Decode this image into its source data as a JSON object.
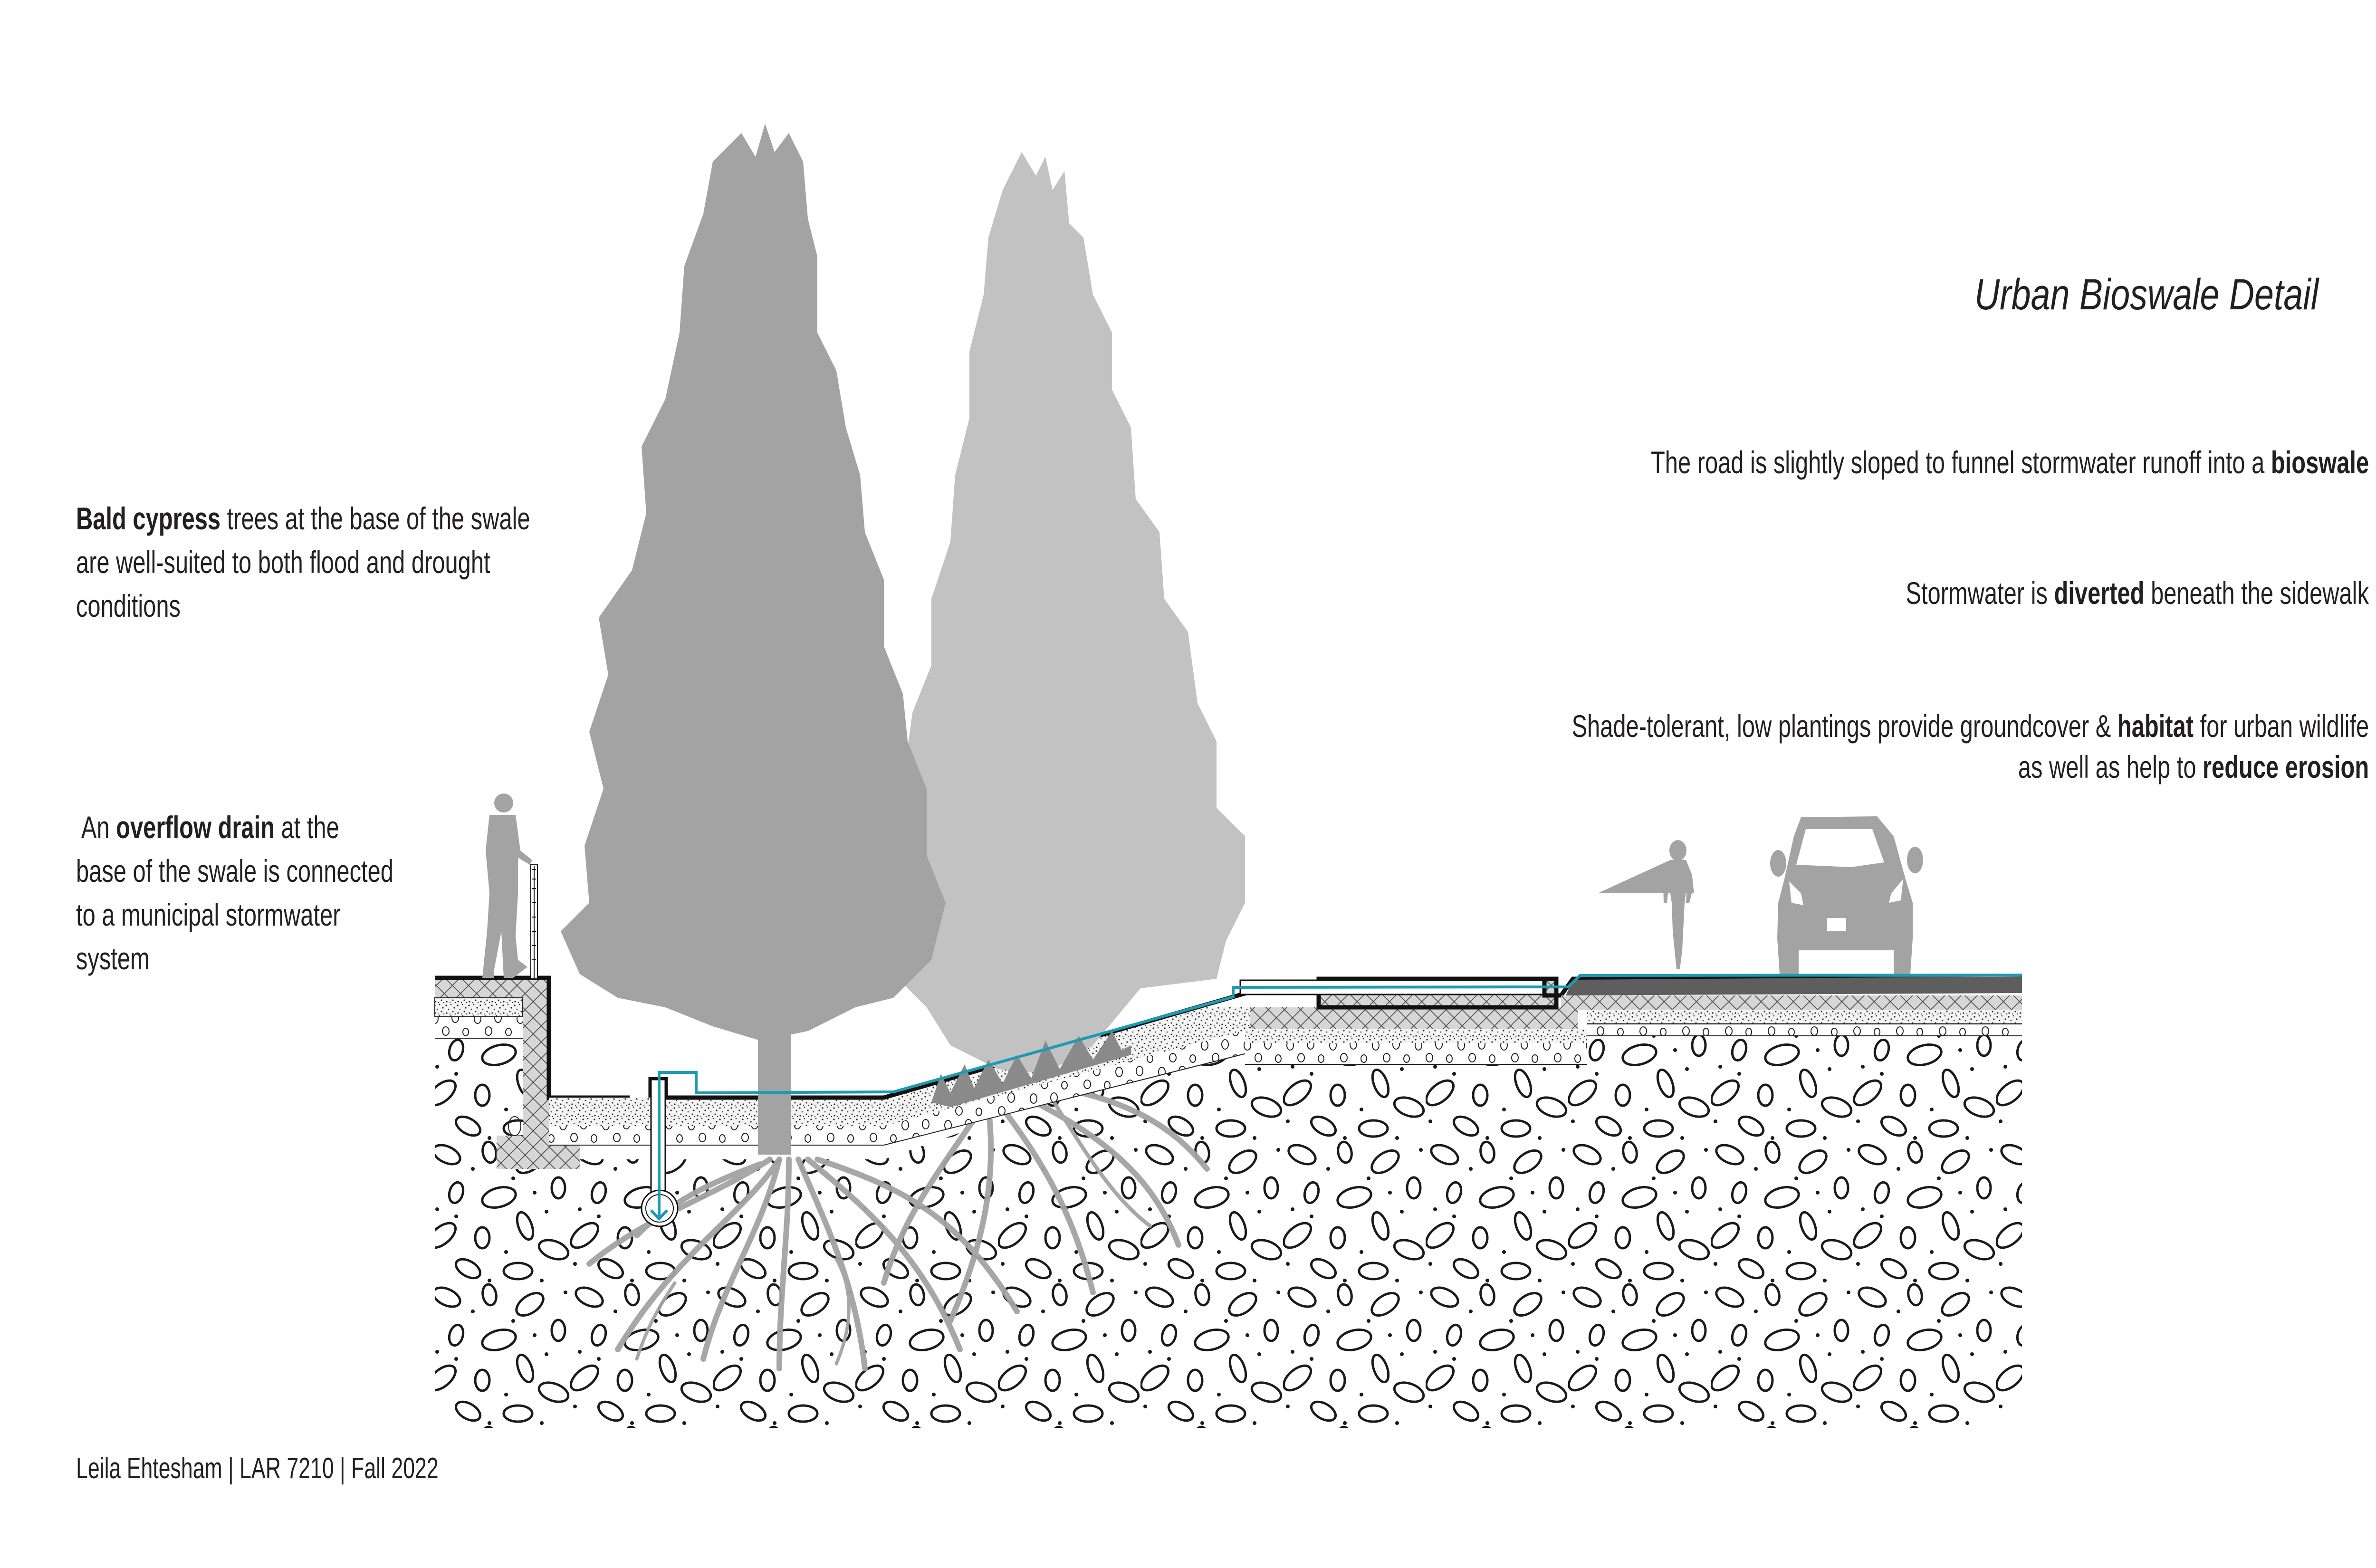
{
  "title": "Urban Bioswale Detail",
  "annotations": {
    "road_slope": {
      "before": "The road is slightly sloped to funnel stormwater runoff into a ",
      "bold": "bioswale",
      "after": ""
    },
    "diverted": {
      "before": "Stormwater is ",
      "bold": "diverted",
      "after": " beneath the sidewalk"
    },
    "plantings": {
      "line1_before": "Shade-tolerant, low plantings provide groundcover & ",
      "line1_bold": "habitat",
      "line1_after": " for urban wildlife",
      "line2_before": "as well as help to ",
      "line2_bold": "reduce erosion"
    },
    "cypress": {
      "bold": "Bald cypress",
      "line1_after": " trees at the base of the swale",
      "line2": "are well-suited to both flood and drought",
      "line3": "conditions"
    },
    "overflow": {
      "line1_before": " An ",
      "line1_bold": "overflow drain",
      "line1_after": " at the",
      "line2": "base of the swale is connected",
      "line3": "to a municipal stormwater",
      "line4": "system"
    }
  },
  "credit": "Leila Ehtesham | LAR 7210 | Fall 2022",
  "diagram": {
    "elements": [
      "retaining-wall",
      "pedestrian",
      "railing",
      "overflow-drain",
      "bald-cypress-trees",
      "roots",
      "groundcover-plantings",
      "sidewalk",
      "curb",
      "cyclist",
      "car",
      "road",
      "soil-layers",
      "stormwater-flow-line"
    ],
    "colors": {
      "water": "#1d9bb3",
      "tree_dark": "#a3a3a3",
      "tree_light": "#c2c2c2",
      "silhouette": "#a3a3a3",
      "hatch_fill": "#d6d6d6",
      "asphalt": "#5e5e5e",
      "outline": "#111111"
    }
  }
}
